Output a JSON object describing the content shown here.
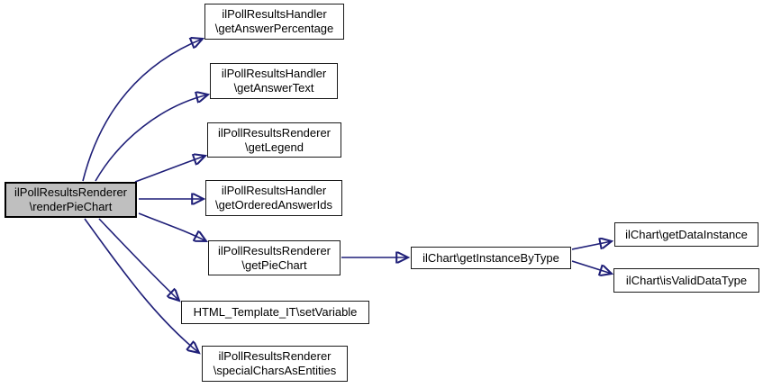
{
  "diagram": {
    "type": "call-graph",
    "colors": {
      "edge": "#1f1f78",
      "node_border": "#1a1a1a",
      "node_fill": "#ffffff",
      "highlight_fill": "#bfbfbf",
      "highlight_border": "#000000",
      "text": "#000000",
      "background": "#ffffff"
    },
    "nodes": [
      {
        "id": "renderPieChart",
        "lines": [
          "ilPollResultsRenderer",
          "\\renderPieChart"
        ],
        "highlighted": true
      },
      {
        "id": "getAnswerPercentage",
        "lines": [
          "ilPollResultsHandler",
          "\\getAnswerPercentage"
        ]
      },
      {
        "id": "getAnswerText",
        "lines": [
          "ilPollResultsHandler",
          "\\getAnswerText"
        ]
      },
      {
        "id": "getLegend",
        "lines": [
          "ilPollResultsRenderer",
          "\\getLegend"
        ]
      },
      {
        "id": "getOrderedAnswerIds",
        "lines": [
          "ilPollResultsHandler",
          "\\getOrderedAnswerIds"
        ]
      },
      {
        "id": "getPieChart",
        "lines": [
          "ilPollResultsRenderer",
          "\\getPieChart"
        ]
      },
      {
        "id": "setVariable",
        "lines": [
          "HTML_Template_IT\\setVariable"
        ]
      },
      {
        "id": "specialCharsAsEntities",
        "lines": [
          "ilPollResultsRenderer",
          "\\specialCharsAsEntities"
        ]
      },
      {
        "id": "getInstanceByType",
        "lines": [
          "ilChart\\getInstanceByType"
        ]
      },
      {
        "id": "getDataInstance",
        "lines": [
          "ilChart\\getDataInstance"
        ]
      },
      {
        "id": "isValidDataType",
        "lines": [
          "ilChart\\isValidDataType"
        ]
      }
    ],
    "edges": [
      {
        "from": "renderPieChart",
        "to": "getAnswerPercentage"
      },
      {
        "from": "renderPieChart",
        "to": "getAnswerText"
      },
      {
        "from": "renderPieChart",
        "to": "getLegend"
      },
      {
        "from": "renderPieChart",
        "to": "getOrderedAnswerIds"
      },
      {
        "from": "renderPieChart",
        "to": "getPieChart"
      },
      {
        "from": "renderPieChart",
        "to": "setVariable"
      },
      {
        "from": "renderPieChart",
        "to": "specialCharsAsEntities"
      },
      {
        "from": "getPieChart",
        "to": "getInstanceByType"
      },
      {
        "from": "getInstanceByType",
        "to": "getDataInstance"
      },
      {
        "from": "getInstanceByType",
        "to": "isValidDataType"
      }
    ]
  }
}
